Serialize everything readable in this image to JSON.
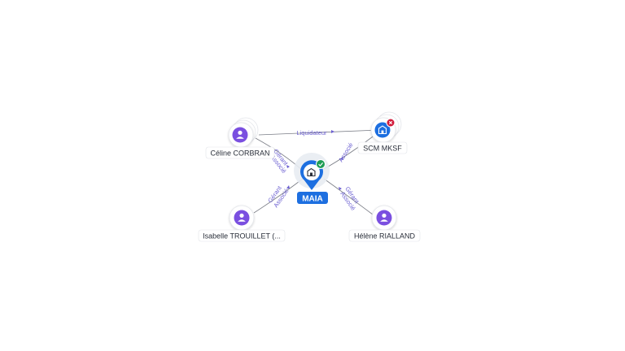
{
  "center": {
    "label": "MAIA",
    "icon": "building-icon",
    "badge": "check-icon",
    "color": "#1d6fe0",
    "badge_color": "#1f9d55"
  },
  "nodes": {
    "celine": {
      "label": "Céline CORBRAN",
      "icon": "person-icon",
      "color": "#7a4fe0"
    },
    "scm": {
      "label": "SCM MKSF",
      "icon": "building-icon",
      "badge": "close-icon",
      "color": "#1d6fe0",
      "badge_color": "#d11a3a"
    },
    "isabelle": {
      "label": "Isabelle TROUILLET (...",
      "icon": "person-icon",
      "color": "#7a4fe0"
    },
    "helene": {
      "label": "Hélène RIALLAND",
      "icon": "person-icon",
      "color": "#7a4fe0"
    }
  },
  "edges": {
    "celine_scm": {
      "label": "Liquidateur"
    },
    "celine_maia": {
      "label1": "Gérant",
      "label2": "Associé"
    },
    "maia_scm": {
      "label": "Associé"
    },
    "isabelle_maia": {
      "label1": "Gérant",
      "label2": "Associé"
    },
    "helene_maia": {
      "label1": "Gérant",
      "label2": "Associé"
    }
  }
}
